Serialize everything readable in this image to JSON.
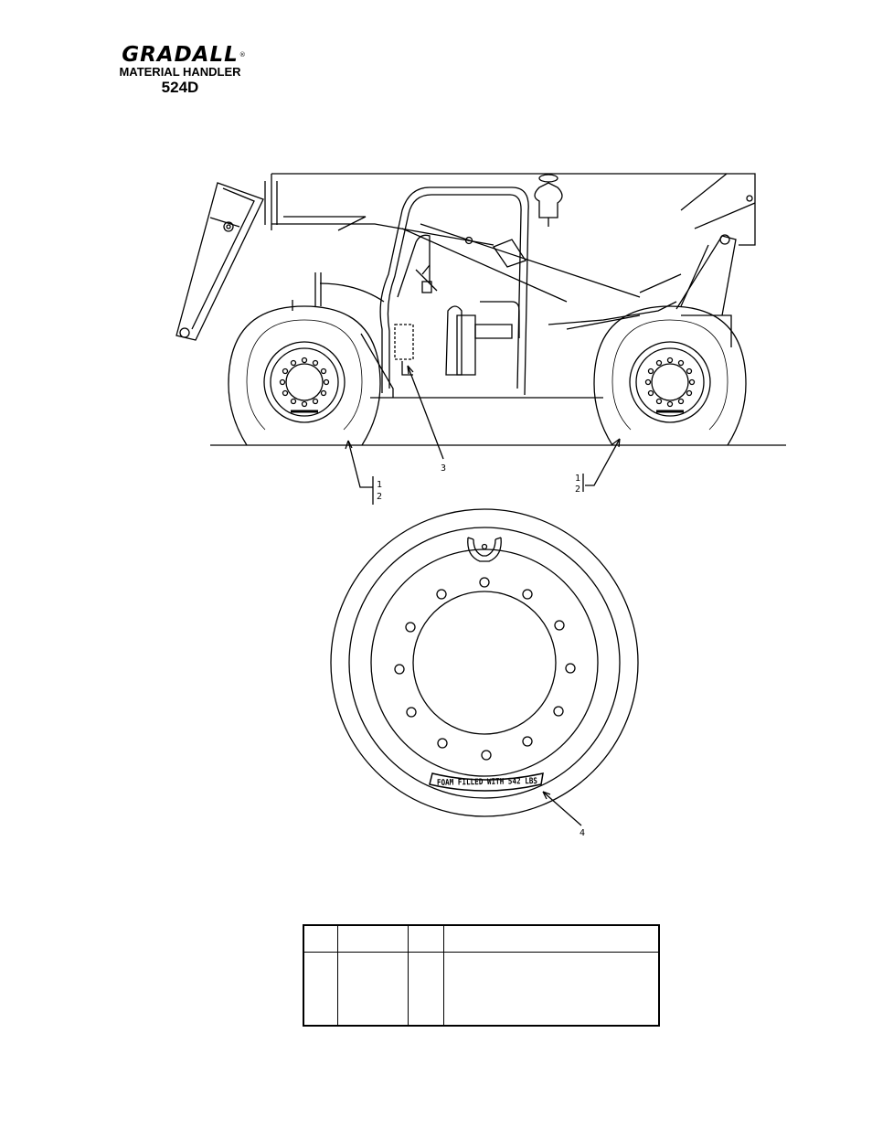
{
  "header": {
    "brand": "GRADALL",
    "registered": "®",
    "product": "MATERIAL HANDLER",
    "model": "524D"
  },
  "callouts": {
    "left_wheel": [
      "1",
      "2"
    ],
    "right_wheel": [
      "1",
      "2"
    ],
    "cab_item": "3",
    "decal_item": "4"
  },
  "wheel_decal": {
    "text": "FOAM FILLED WITH 542 LBS"
  },
  "parts_table": {
    "columns": [
      "",
      "",
      "",
      ""
    ],
    "rows": [
      [
        "",
        "",
        "",
        ""
      ]
    ]
  }
}
